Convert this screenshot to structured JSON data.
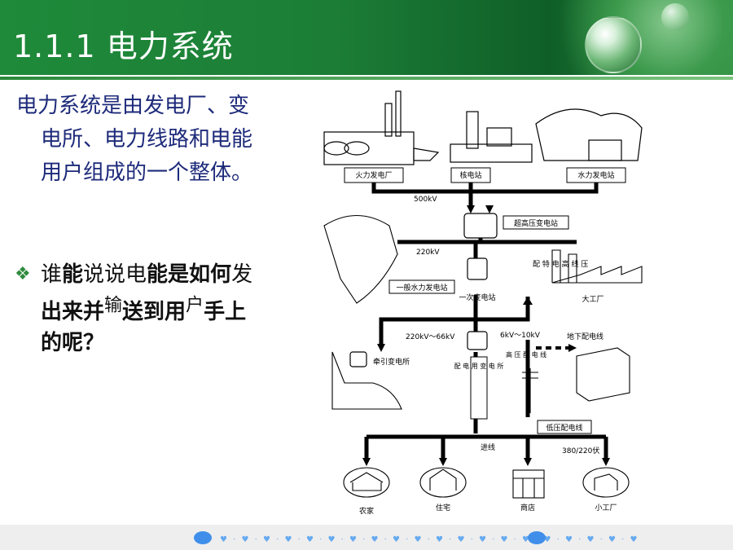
{
  "slide": {
    "title": "1.1.1 电力系统",
    "paragraph_lines": [
      "电力系统是由发电厂、变",
      "电所、电力线路和电能",
      "用户组成的一个整体。"
    ],
    "bullet_icon": "diamond-bullet-icon",
    "question": {
      "line1": [
        {
          "t": "谁",
          "style": "normal"
        },
        {
          "t": "能",
          "style": "bold"
        },
        {
          "t": "说说电",
          "style": "normal"
        },
        {
          "t": "能是如何",
          "style": "bold"
        },
        {
          "t": "发",
          "style": "normal"
        }
      ],
      "line2": [
        {
          "t": "出来并",
          "style": "bold"
        },
        {
          "t": "输",
          "style": "sup"
        },
        {
          "t": "送到用",
          "style": "bold"
        },
        {
          "t": "户",
          "style": "sup"
        },
        {
          "t": "手上",
          "style": "bold"
        }
      ],
      "line3": [
        {
          "t": "的呢？",
          "style": "bold"
        }
      ]
    }
  },
  "diagram": {
    "labels": {
      "thermal_plant": "火力发电厂",
      "nuclear_plant": "核电站",
      "hydro_plant": "水力发电站",
      "v500": "500kV",
      "uhv_substation": "超高压变电站",
      "v220": "220kV",
      "general_hydro": "一般水力发电站",
      "primary_substation": "一次变电站",
      "special_hv": "配 特 电 高 线 压",
      "large_factory": "大工厂",
      "v220_66": "220kV～66kV",
      "v6_10": "6kV～10kV",
      "underground_line": "地下配电线",
      "traction_substation": "牵引变电所",
      "distribution_substation": "配 电 用 变 电 所",
      "hv_distribution": "高 压 配 电 线",
      "lv_distribution": "低压配电线",
      "service_line": "进线",
      "v380_220": "380/220伏",
      "farmhouse": "农家",
      "residence": "住宅",
      "shop": "商店",
      "small_factory": "小工厂"
    }
  },
  "colors": {
    "header": "#1f8a3a",
    "text_blue": "#1d2a7a",
    "bullet": "#2f8a3d"
  }
}
